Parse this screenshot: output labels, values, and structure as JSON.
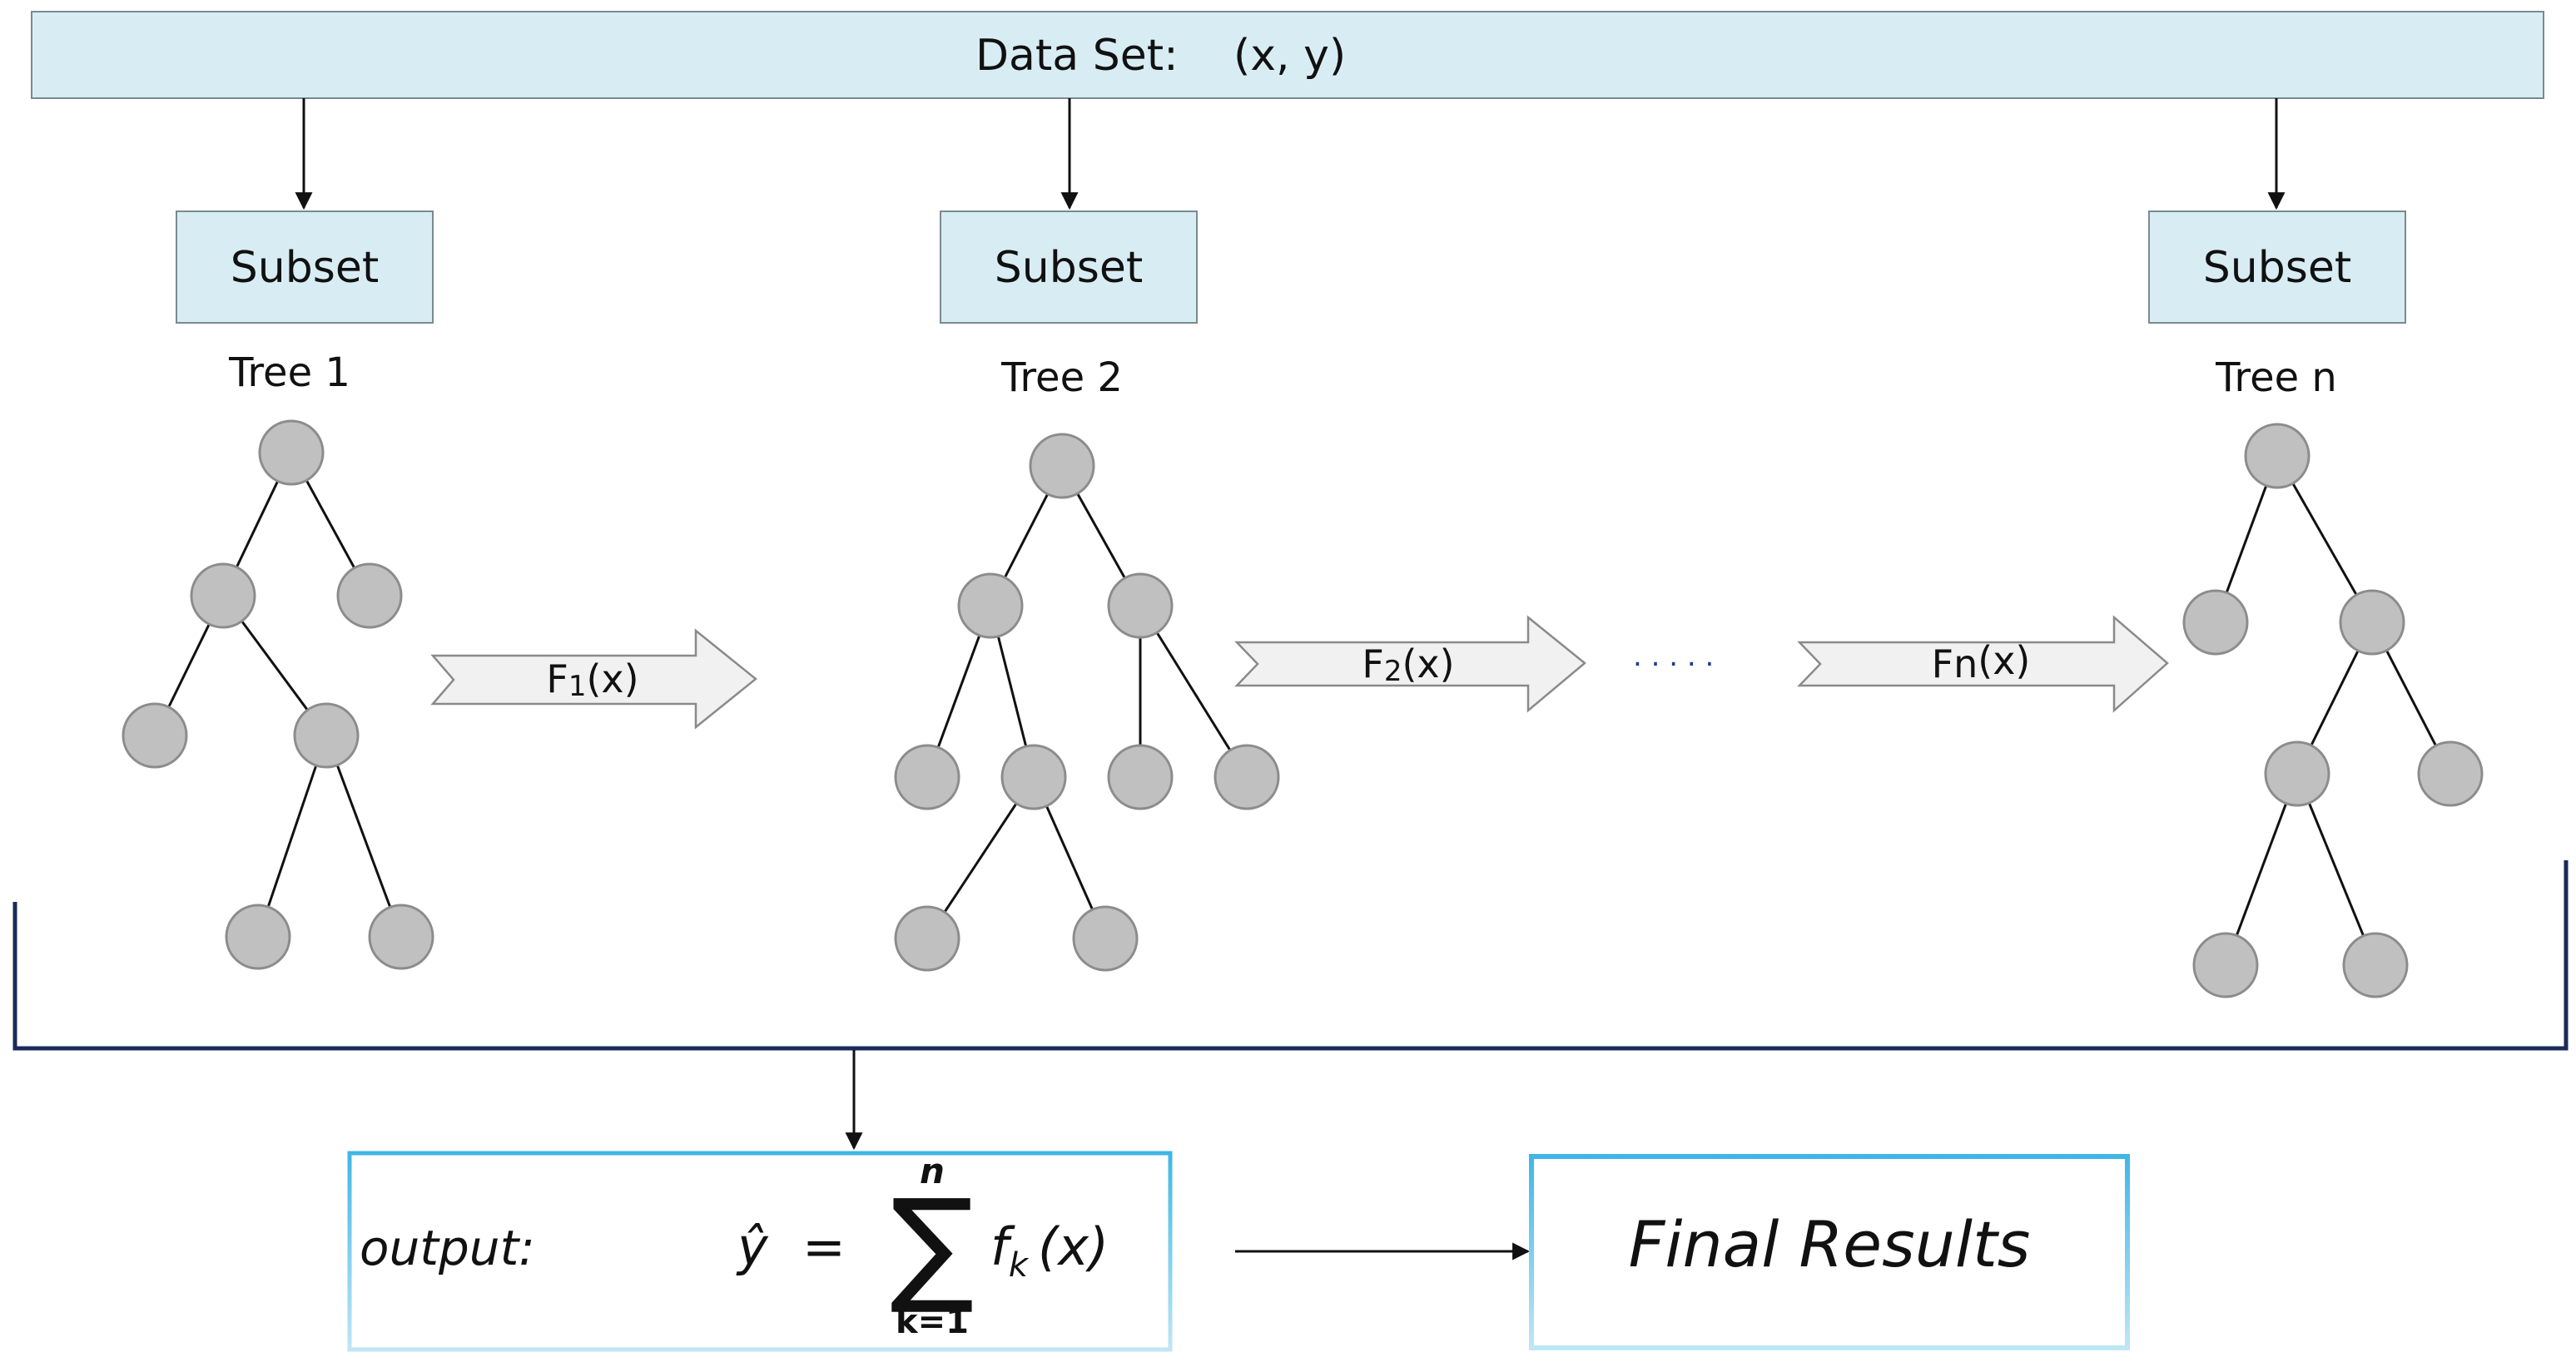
{
  "dataset": {
    "label": "Data Set:",
    "value": "(x, y)"
  },
  "subsets": [
    {
      "label": "Subset",
      "tree": "Tree 1"
    },
    {
      "label": "Subset",
      "tree": "Tree 2"
    },
    {
      "label": "Subset",
      "tree": "Tree n"
    }
  ],
  "flows": [
    {
      "label_main": "F",
      "label_sub": "1",
      "label_arg": "(x)"
    },
    {
      "label_main": "F",
      "label_sub": "2",
      "label_arg": "(x)"
    },
    {
      "label_main": "Fn",
      "label_sub": "",
      "label_arg": "(x)"
    }
  ],
  "ellipsis": ". . . . .",
  "formula": {
    "lead": "output:",
    "lhs": "ŷ",
    "equals": "=",
    "sigma": "∑",
    "upper": "n",
    "lower": "k=1",
    "term": "f",
    "term_sub": "k",
    "term_arg": "(x)"
  },
  "result": "Final Results",
  "colors": {
    "box_fill": "#d8edf3",
    "node_fill": "#c0c0c0",
    "bracket": "#1b2a5a",
    "frame_blue": "#3fb7e6",
    "ellipsis_dots": "#1f3c88"
  }
}
